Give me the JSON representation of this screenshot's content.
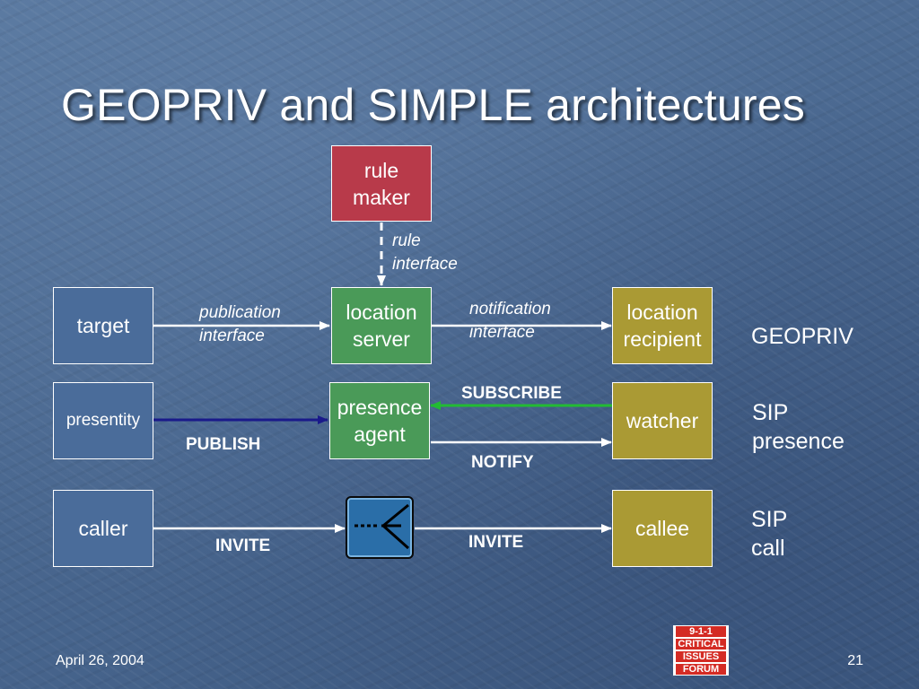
{
  "slide": {
    "title": "GEOPRIV and SIMPLE architectures",
    "footer_date": "April 26, 2004",
    "page_number": "21"
  },
  "logo": {
    "lines": [
      "9-1-1",
      "CRITICAL",
      "ISSUES",
      "FORUM"
    ]
  },
  "colors": {
    "background": "#4a6890",
    "rule_maker": "#b83a4a",
    "server_nodes": "#4a9a58",
    "recipient_nodes": "#aa9a34",
    "source_nodes": "#4a6c9a",
    "publish_arrow": "#1a1a8a",
    "subscribe_arrow": "#22bb33",
    "plain_arrow": "#ffffff"
  },
  "nodes": {
    "rule_maker": [
      "rule",
      "maker"
    ],
    "target": [
      "target"
    ],
    "location_server": [
      "location",
      "server"
    ],
    "location_recipient": [
      "location",
      "recipient"
    ],
    "presentity": [
      "presentity"
    ],
    "presence_agent": [
      "presence",
      "agent"
    ],
    "watcher": [
      "watcher"
    ],
    "caller": [
      "caller"
    ],
    "callee": [
      "callee"
    ],
    "proxy_icon": "sip-proxy-icon"
  },
  "edge_labels": {
    "rule_interface": [
      "rule",
      "interface"
    ],
    "publication_interface": [
      "publication",
      "interface"
    ],
    "notification_interface": [
      "notification",
      "interface"
    ],
    "subscribe": "SUBSCRIBE",
    "publish": "PUBLISH",
    "notify": "NOTIFY",
    "invite_left": "INVITE",
    "invite_right": "INVITE"
  },
  "rows": {
    "geopriv": [
      "GEOPRIV"
    ],
    "sip_presence": [
      "SIP",
      "presence"
    ],
    "sip_call": [
      "SIP",
      "call"
    ]
  }
}
